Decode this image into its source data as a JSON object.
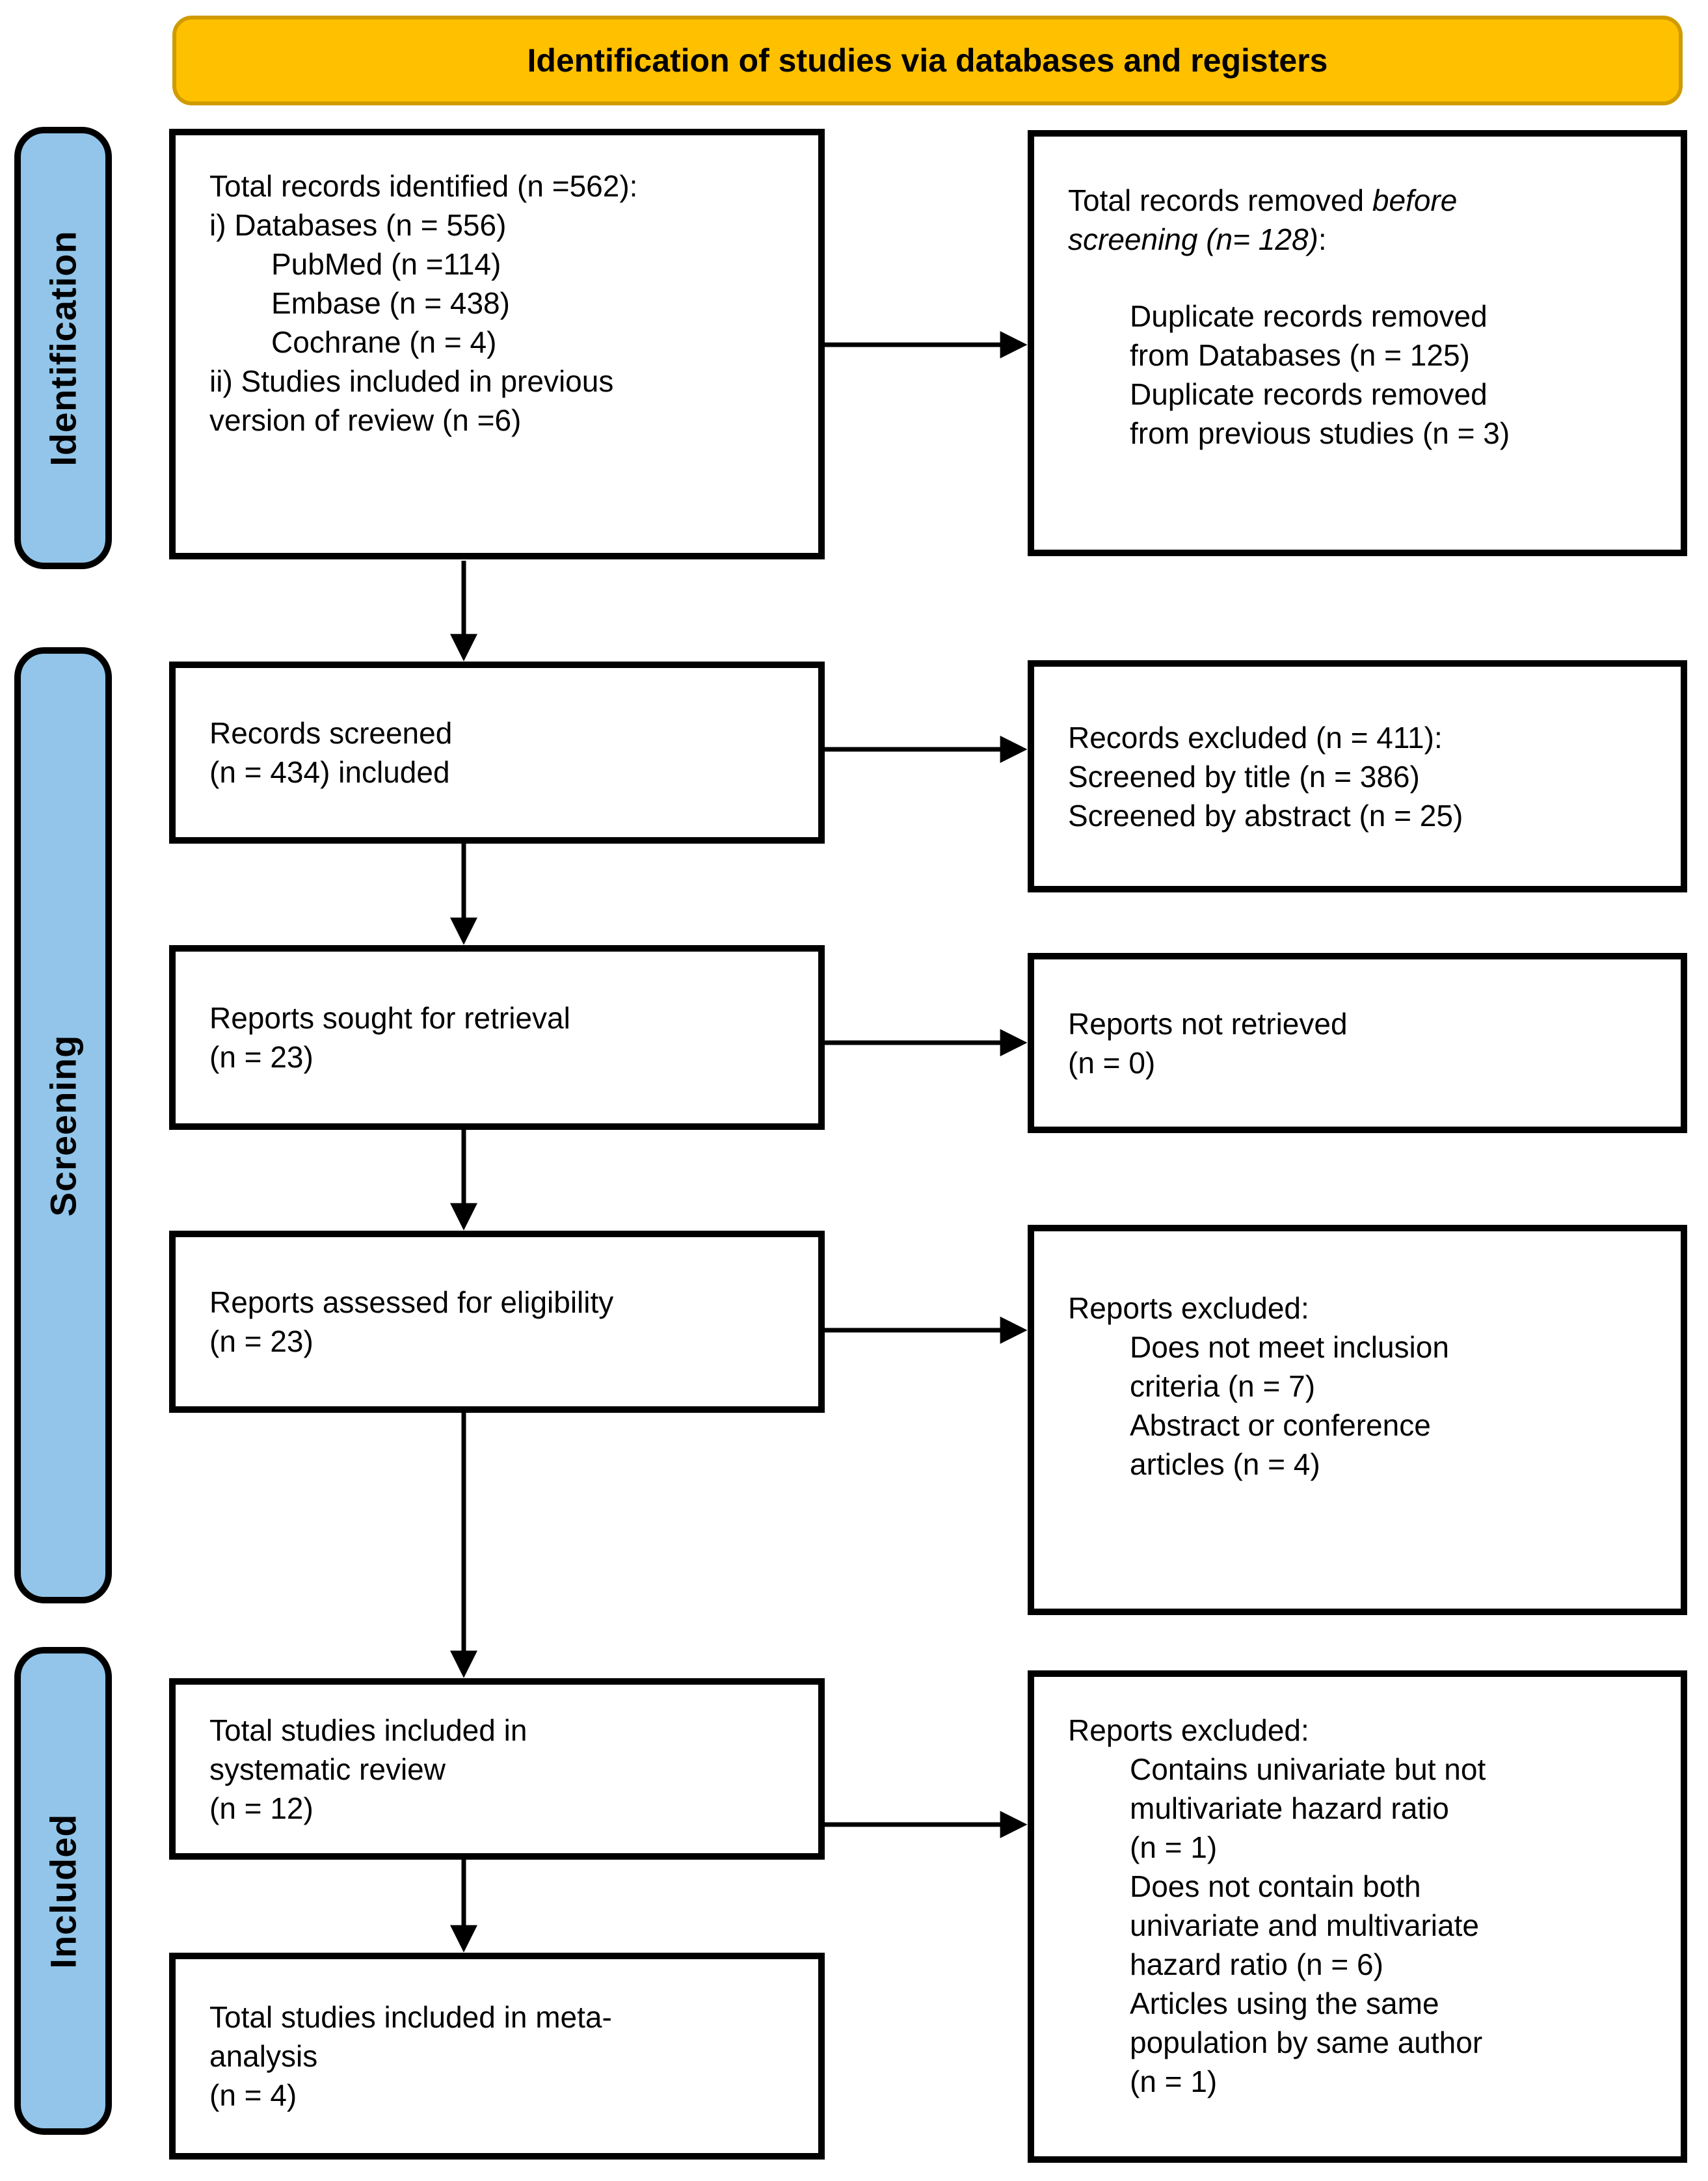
{
  "banner": {
    "label": "Identification of studies via databases and registers"
  },
  "stages": {
    "identification": "Identification",
    "screening": "Screening",
    "included": "Included"
  },
  "colors": {
    "banner_fill": "#FFC000",
    "banner_border": "#D09B00",
    "stage_fill": "#92C5E9",
    "box_border": "#000000",
    "arrow": "#000000"
  },
  "boxes": {
    "records_identified": {
      "title": "Total records identified (n =562):",
      "line_i": "i) Databases (n = 556)",
      "sub": [
        "PubMed (n =114)",
        "Embase (n = 438)",
        "Cochrane (n = 4)"
      ],
      "line_ii_a": "ii) Studies included in previous",
      "line_ii_b": "version of review (n =6)"
    },
    "records_removed": {
      "lead_normal": "Total records removed ",
      "lead_italic_line1": "before",
      "lead_italic_line2": "screening (n= 128)",
      "lead_colon": ":",
      "items": [
        "Duplicate records removed",
        "from Databases (n = 125)",
        "Duplicate records removed",
        "from previous studies (n = 3)"
      ]
    },
    "records_screened": {
      "lines": [
        "Records screened",
        "(n = 434) included"
      ]
    },
    "records_excluded": {
      "lines": [
        "Records excluded (n = 411):",
        "Screened by title (n = 386)",
        "Screened by abstract (n = 25)"
      ]
    },
    "reports_sought": {
      "lines": [
        "Reports sought for retrieval",
        "(n = 23)"
      ]
    },
    "reports_not_retrieved": {
      "lines": [
        "Reports not retrieved",
        "(n = 0)"
      ]
    },
    "reports_assessed": {
      "lines": [
        "Reports assessed for eligibility",
        "(n = 23)"
      ]
    },
    "reports_excluded_assessment": {
      "title": "Reports excluded:",
      "items": [
        "Does not meet inclusion",
        "criteria (n = 7)",
        "Abstract or conference",
        "articles (n = 4)"
      ]
    },
    "included_systematic_review": {
      "lines": [
        "Total studies included in",
        "systematic review",
        "(n = 12)"
      ]
    },
    "reports_excluded_final": {
      "title": "Reports excluded:",
      "items": [
        "Contains univariate but not",
        "multivariate hazard ratio",
        "(n = 1)",
        "Does not contain both",
        "univariate and multivariate",
        "hazard ratio (n = 6)",
        "Articles using the same",
        "population by same author",
        "(n = 1)"
      ]
    },
    "included_meta_analysis": {
      "lines": [
        "Total studies included in meta-",
        "analysis",
        "(n = 4)"
      ]
    }
  }
}
